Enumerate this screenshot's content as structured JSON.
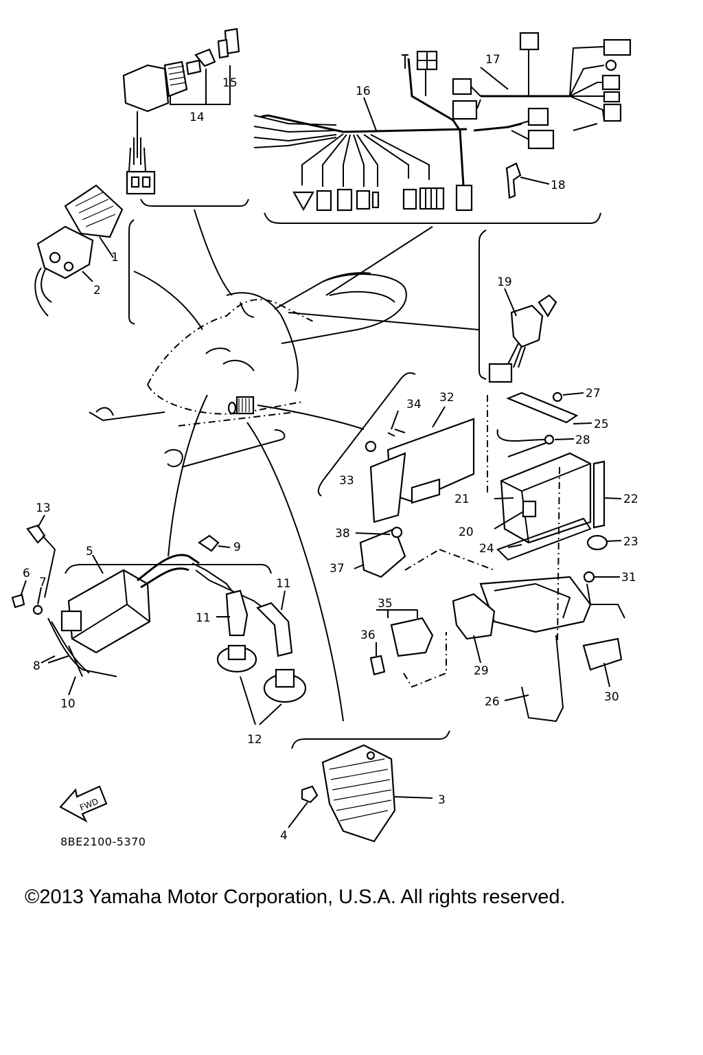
{
  "diagram_code": "8BE2100-5370",
  "copyright": "©2013 Yamaha Motor Corporation, U.S.A. All rights reserved.",
  "fwd_label": "FWD",
  "callouts": {
    "c1": "1",
    "c2": "2",
    "c3": "3",
    "c4": "4",
    "c5": "5",
    "c6": "6",
    "c7": "7",
    "c8": "8",
    "c9": "9",
    "c10": "10",
    "c11a": "11",
    "c11b": "11",
    "c12": "12",
    "c13": "13",
    "c14": "14",
    "c15": "15",
    "c16": "16",
    "c17": "17",
    "c18": "18",
    "c19": "19",
    "c20": "20",
    "c21": "21",
    "c22": "22",
    "c23": "23",
    "c24": "24",
    "c25": "25",
    "c26": "26",
    "c27": "27",
    "c28": "28",
    "c29": "29",
    "c30": "30",
    "c31": "31",
    "c32": "32",
    "c33": "33",
    "c34": "34",
    "c35": "35",
    "c36": "36",
    "c37": "37",
    "c38": "38"
  }
}
